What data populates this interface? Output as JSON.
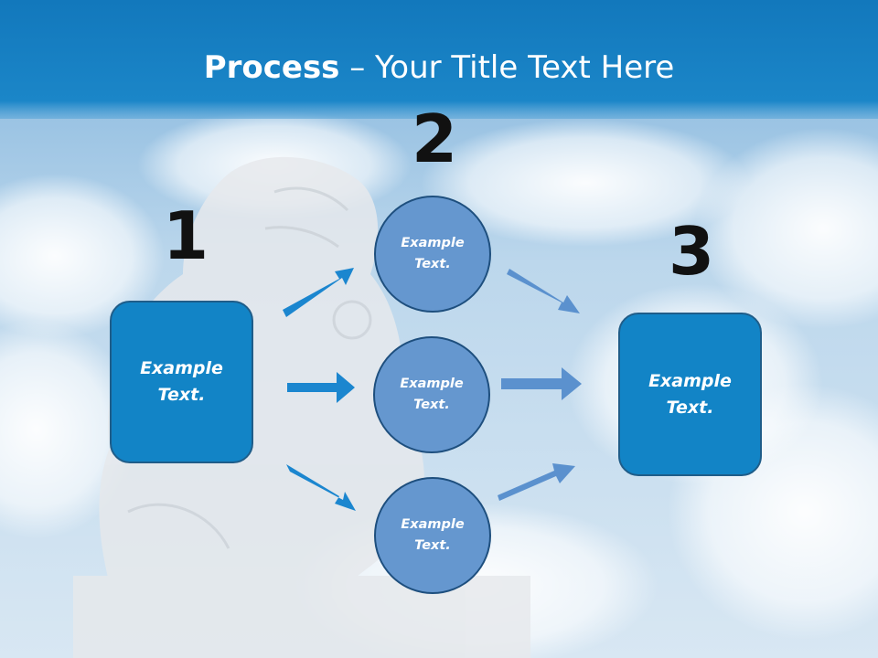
{
  "slide": {
    "title_bold": "Process",
    "title_rest": " – Your Title Text Here",
    "step1_number": "1",
    "step2_number": "2",
    "step3_number": "3",
    "left_box_text": "Example Text.",
    "right_box_text": "Example Text.",
    "circles": [
      {
        "text": "Example Text."
      },
      {
        "text": "Example Text."
      },
      {
        "text": "Example Text."
      }
    ]
  },
  "colors": {
    "header_blue": "#1883c6",
    "box_blue": "#1284c6",
    "circle_blue": "#6597cf",
    "left_arrow": "#1b86cf",
    "right_arrow": "#5b91ce",
    "number_color": "#111111"
  }
}
